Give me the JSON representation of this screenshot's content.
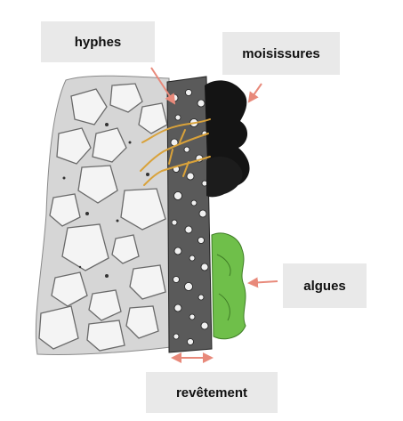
{
  "labels": {
    "hyphes": "hyphes",
    "moisissures": "moisissures",
    "algues": "algues",
    "revetement": "revêtement"
  },
  "colors": {
    "label_bg": "#e9e9e9",
    "arrow": "#e8897a",
    "hyphae": "#d9a23a",
    "algae": "#6fbf4a",
    "mold": "#141414"
  }
}
